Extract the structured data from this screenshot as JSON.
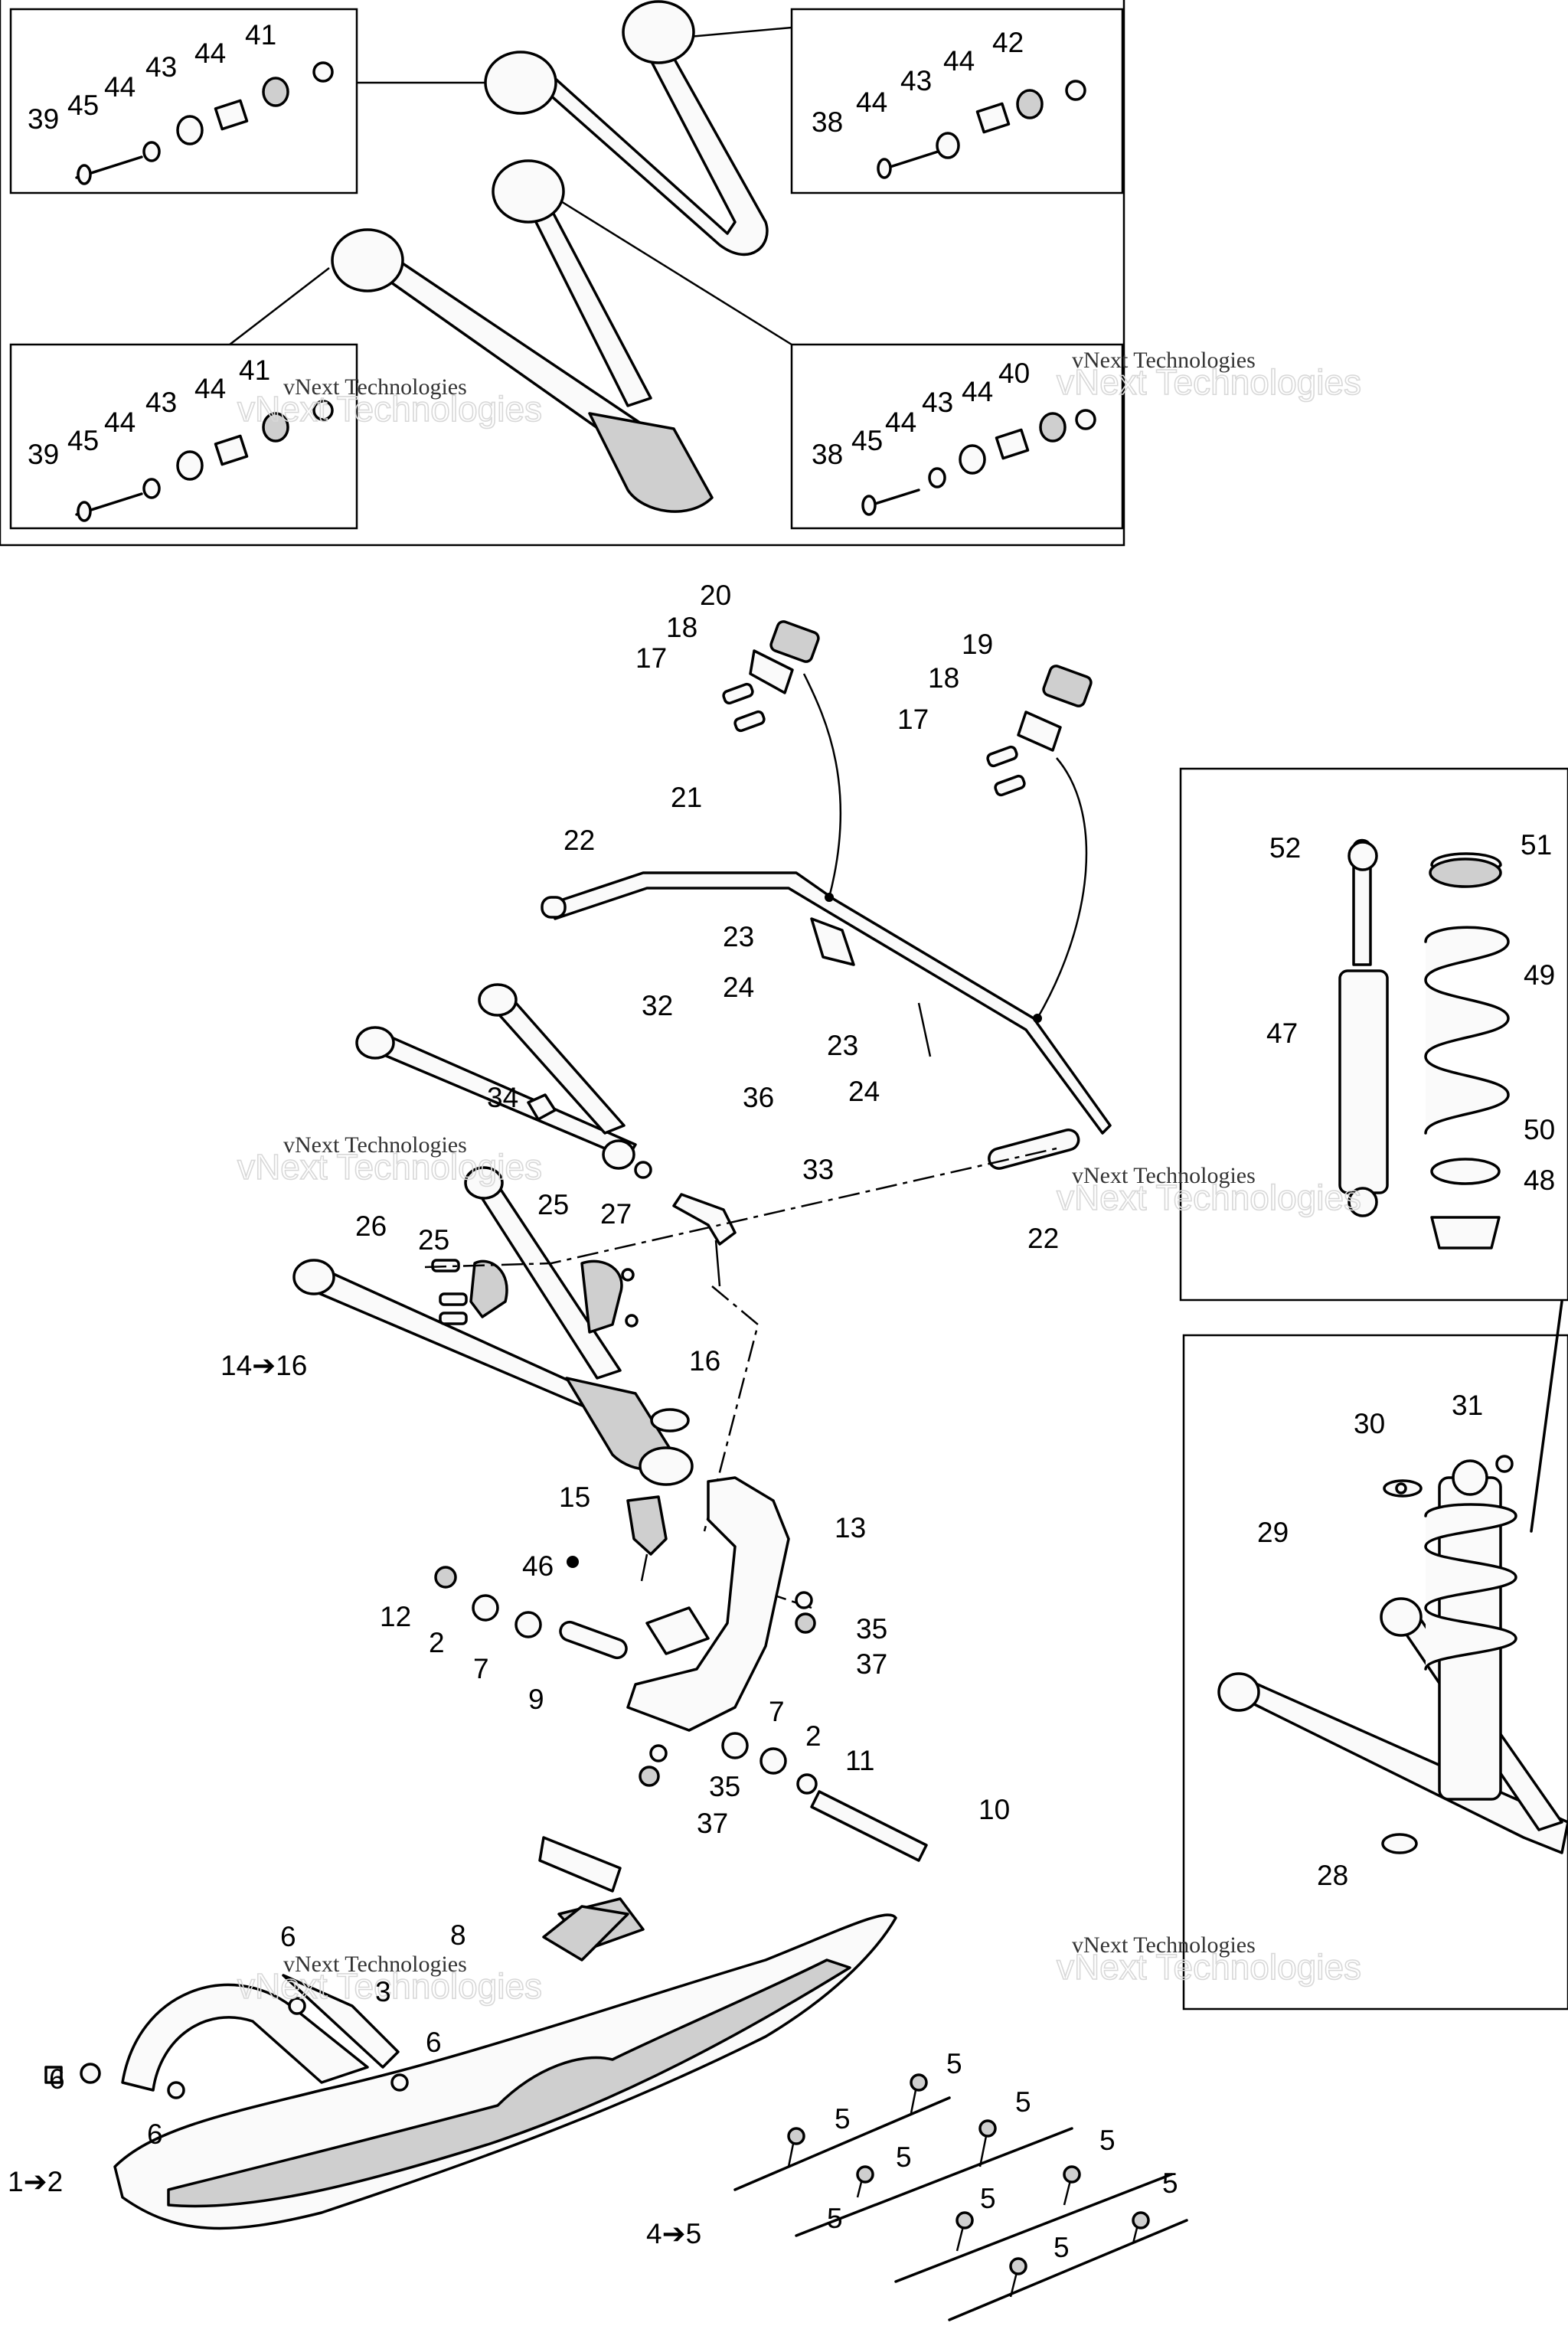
{
  "callouts": [
    {
      "id": "c41a",
      "text": "41"
    },
    {
      "id": "c39a",
      "text": "39"
    },
    {
      "id": "c45a",
      "text": "45"
    },
    {
      "id": "c44a",
      "text": "44"
    },
    {
      "id": "c43a",
      "text": "43"
    },
    {
      "id": "c44b",
      "text": "44"
    },
    {
      "id": "c42",
      "text": "42"
    },
    {
      "id": "c38a",
      "text": "38"
    },
    {
      "id": "c44c",
      "text": "44"
    },
    {
      "id": "c43b",
      "text": "43"
    },
    {
      "id": "c44d",
      "text": "44"
    },
    {
      "id": "c41b",
      "text": "41"
    },
    {
      "id": "c39b",
      "text": "39"
    },
    {
      "id": "c45b",
      "text": "45"
    },
    {
      "id": "c44e",
      "text": "44"
    },
    {
      "id": "c43c",
      "text": "43"
    },
    {
      "id": "c44f",
      "text": "44"
    },
    {
      "id": "c40",
      "text": "40"
    },
    {
      "id": "c38b",
      "text": "38"
    },
    {
      "id": "c45c",
      "text": "45"
    },
    {
      "id": "c44g",
      "text": "44"
    },
    {
      "id": "c43d",
      "text": "43"
    },
    {
      "id": "c44h",
      "text": "44"
    },
    {
      "id": "c20",
      "text": "20"
    },
    {
      "id": "c18a",
      "text": "18"
    },
    {
      "id": "c17a",
      "text": "17"
    },
    {
      "id": "c19",
      "text": "19"
    },
    {
      "id": "c18b",
      "text": "18"
    },
    {
      "id": "c17b",
      "text": "17"
    },
    {
      "id": "c21",
      "text": "21"
    },
    {
      "id": "c22a",
      "text": "22"
    },
    {
      "id": "c23a",
      "text": "23"
    },
    {
      "id": "c24a",
      "text": "24"
    },
    {
      "id": "c23b",
      "text": "23"
    },
    {
      "id": "c24b",
      "text": "24"
    },
    {
      "id": "c32",
      "text": "32"
    },
    {
      "id": "c34",
      "text": "34"
    },
    {
      "id": "c36",
      "text": "36"
    },
    {
      "id": "c33",
      "text": "33"
    },
    {
      "id": "c22b",
      "text": "22"
    },
    {
      "id": "c26",
      "text": "26"
    },
    {
      "id": "c25a",
      "text": "25"
    },
    {
      "id": "c25b",
      "text": "25"
    },
    {
      "id": "c27",
      "text": "27"
    },
    {
      "id": "c14",
      "text": "14➔16"
    },
    {
      "id": "c16",
      "text": "16"
    },
    {
      "id": "c15",
      "text": "15"
    },
    {
      "id": "c13",
      "text": "13"
    },
    {
      "id": "c46",
      "text": "46"
    },
    {
      "id": "c12",
      "text": "12"
    },
    {
      "id": "c2a",
      "text": "2"
    },
    {
      "id": "c7a",
      "text": "7"
    },
    {
      "id": "c9",
      "text": "9"
    },
    {
      "id": "c35a",
      "text": "35"
    },
    {
      "id": "c37a",
      "text": "37"
    },
    {
      "id": "c7b",
      "text": "7"
    },
    {
      "id": "c2b",
      "text": "2"
    },
    {
      "id": "c11",
      "text": "11"
    },
    {
      "id": "c35b",
      "text": "35"
    },
    {
      "id": "c37b",
      "text": "37"
    },
    {
      "id": "c10",
      "text": "10"
    },
    {
      "id": "c52",
      "text": "52"
    },
    {
      "id": "c51",
      "text": "51"
    },
    {
      "id": "c49",
      "text": "49"
    },
    {
      "id": "c47",
      "text": "47"
    },
    {
      "id": "c50",
      "text": "50"
    },
    {
      "id": "c48",
      "text": "48"
    },
    {
      "id": "c30",
      "text": "30"
    },
    {
      "id": "c31",
      "text": "31"
    },
    {
      "id": "c29",
      "text": "29"
    },
    {
      "id": "c28",
      "text": "28"
    },
    {
      "id": "c8",
      "text": "8"
    },
    {
      "id": "c6a",
      "text": "6"
    },
    {
      "id": "c3",
      "text": "3"
    },
    {
      "id": "c6b",
      "text": "6"
    },
    {
      "id": "c6c",
      "text": "6"
    },
    {
      "id": "c6d",
      "text": "6"
    },
    {
      "id": "c1",
      "text": "1➔2"
    },
    {
      "id": "c5a",
      "text": "5"
    },
    {
      "id": "c5b",
      "text": "5"
    },
    {
      "id": "c5c",
      "text": "5"
    },
    {
      "id": "c5d",
      "text": "5"
    },
    {
      "id": "c5e",
      "text": "5"
    },
    {
      "id": "c5f",
      "text": "5"
    },
    {
      "id": "c5g",
      "text": "5"
    },
    {
      "id": "c5h",
      "text": "5"
    },
    {
      "id": "c5i",
      "text": "5"
    },
    {
      "id": "c45",
      "text": "4➔5"
    }
  ],
  "watermark": {
    "line1": "vNext Technologies",
    "line2": "vNext Technologies"
  }
}
